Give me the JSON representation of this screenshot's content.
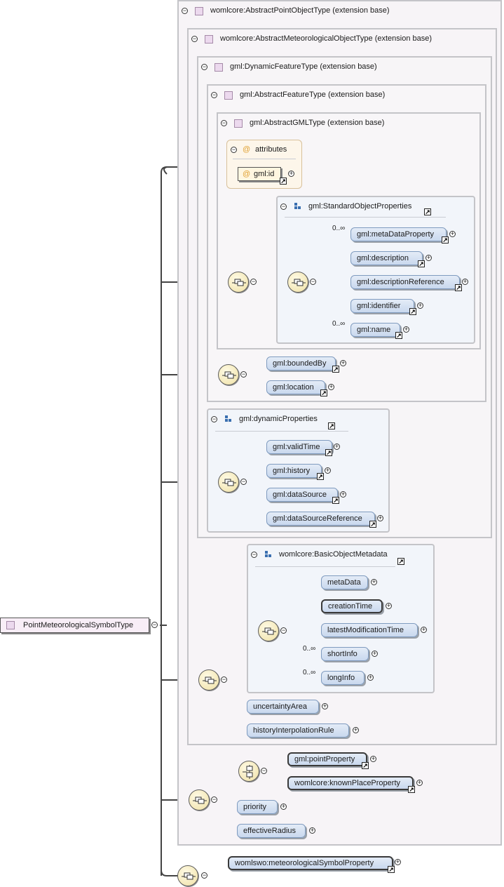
{
  "root": {
    "label": "PointMeteorologicalSymbolType"
  },
  "types": {
    "t1": "womlcore:AbstractPointObjectType (extension base)",
    "t2": "womlcore:AbstractMeteorologicalObjectType (extension base)",
    "t3": "gml:DynamicFeatureType (extension base)",
    "t4": "gml:AbstractFeatureType (extension base)",
    "t5": "gml:AbstractGMLType (extension base)"
  },
  "attributes": {
    "title": "attributes",
    "items": [
      "gml:id"
    ]
  },
  "groups": {
    "standard": "gml:StandardObjectProperties",
    "dynamic": "gml:dynamicProperties",
    "basic": "womlcore:BasicObjectMetadata"
  },
  "elements": {
    "metaDataProperty": "gml:metaDataProperty",
    "description": "gml:description",
    "descriptionReference": "gml:descriptionReference",
    "identifier": "gml:identifier",
    "name": "gml:name",
    "boundedBy": "gml:boundedBy",
    "location": "gml:location",
    "validTime": "gml:validTime",
    "history": "gml:history",
    "dataSource": "gml:dataSource",
    "dataSourceReference": "gml:dataSourceReference",
    "metaData": "metaData",
    "creationTime": "creationTime",
    "latestModificationTime": "latestModificationTime",
    "shortInfo": "shortInfo",
    "longInfo": "longInfo",
    "uncertaintyArea": "uncertaintyArea",
    "historyInterpolationRule": "historyInterpolationRule",
    "pointProperty": "gml:pointProperty",
    "knownPlaceProperty": "womlcore:knownPlaceProperty",
    "priority": "priority",
    "effectiveRadius": "effectiveRadius",
    "meteorologicalSymbolProperty": "womlswo:meteorologicalSymbolProperty"
  },
  "cardinality": {
    "many": "0..∞"
  },
  "symbols": {
    "collapse": "−",
    "expand": "+",
    "link": "↗",
    "attr": "@"
  }
}
